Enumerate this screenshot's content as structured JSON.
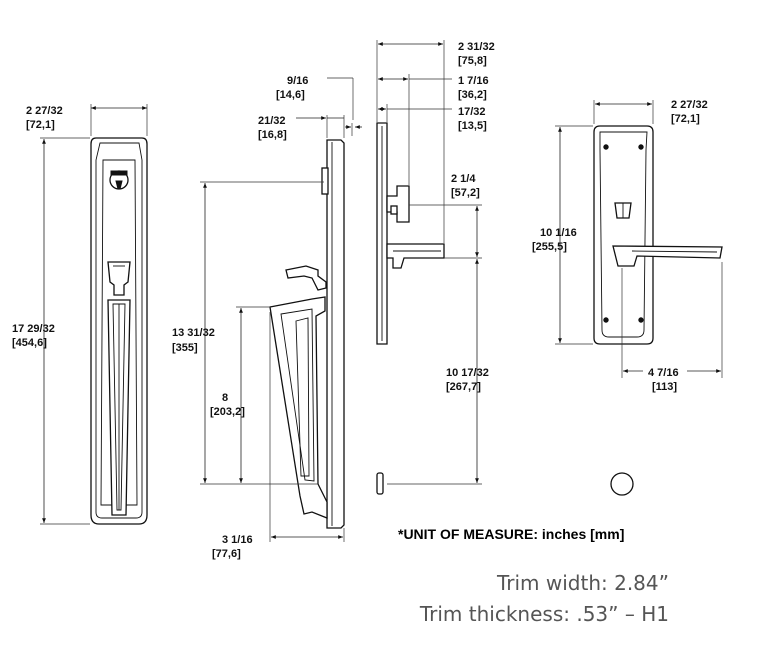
{
  "dimensions": {
    "front_width": [
      "2 27/32",
      "[72,1]"
    ],
    "front_height": [
      "17 29/32",
      "[454,6]"
    ],
    "side_offset_top": [
      "9/16",
      "[14,6]"
    ],
    "side_plate_thickness": [
      "21/32",
      "[16,8]"
    ],
    "side_height": [
      "13 31/32",
      "[355]"
    ],
    "side_lower": [
      "8",
      "[203,2]"
    ],
    "side_depth": [
      "3 1/16",
      "[77,6]"
    ],
    "inside_overall_depth": [
      "2 31/32",
      "[75,8]"
    ],
    "inside_thumbturn_depth": [
      "1 7/16",
      "[36,2]"
    ],
    "inside_plate_thickness": [
      "17/32",
      "[13,5]"
    ],
    "inside_lever_depth": [
      "2 1/4",
      "[57,2]"
    ],
    "inside_height": [
      "10 17/32",
      "[267,7]"
    ],
    "rear_width": [
      "2 27/32",
      "[72,1]"
    ],
    "rear_height": [
      "10 1/16",
      "[255,5]"
    ],
    "rear_lever_length": [
      "4 7/16",
      "[113]"
    ]
  },
  "unit_note": "*UNIT OF MEASURE: inches [mm]",
  "captions": {
    "trim_width": "Trim width: 2.84”",
    "trim_thickness": "Trim thickness: .53” – H1"
  },
  "colors": {
    "line": "#111111",
    "caption": "#555555"
  }
}
